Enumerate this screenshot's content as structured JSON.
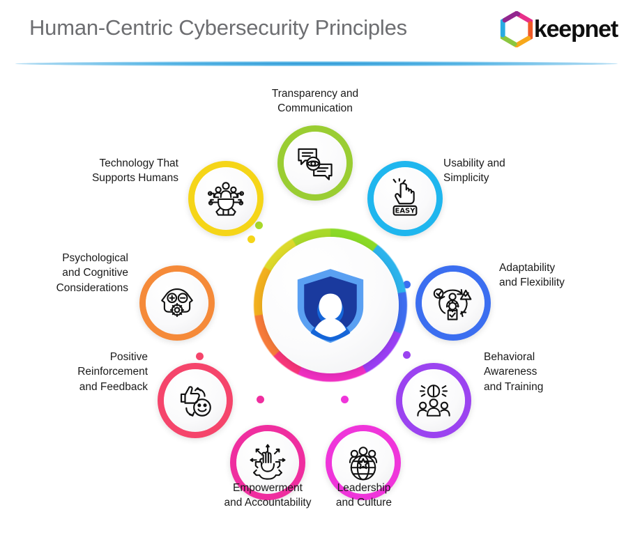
{
  "header": {
    "title": "Human-Centric Cybersecurity Principles",
    "logo_text": "keepnet",
    "logo_icon": "hexagon-spiral-logo-icon",
    "divider_color": "#3f9fd8"
  },
  "center": {
    "icon": "shield-person-icon",
    "shield_outer_color": "#5aa0f2",
    "shield_mid_color": "#1a3a9e",
    "shield_inner_color": "#1565d8",
    "ring_colors": [
      "#8ad926",
      "#2cb3ec",
      "#3e6df0",
      "#9b3ff5",
      "#f02fc2",
      "#f8367a",
      "#f77b3a",
      "#f2b01e",
      "#ddd92a"
    ]
  },
  "nodes": [
    {
      "id": "transparency",
      "label": "Transparency and\nCommunication",
      "icon": "chat-bubbles-eye-icon",
      "color": "#9acd32",
      "label_position": "top-center"
    },
    {
      "id": "usability",
      "label": "Usability and\nSimplicity",
      "icon": "hand-click-easy-button-icon",
      "color": "#1fb6ee",
      "label_position": "right"
    },
    {
      "id": "adaptability",
      "label": "Adaptability\nand Flexibility",
      "icon": "cycle-person-gear-icon",
      "color": "#3b6ef0",
      "label_position": "right"
    },
    {
      "id": "behavioral",
      "label": "Behavioral\nAwareness\nand Training",
      "icon": "brain-people-icon",
      "color": "#9b43f0",
      "label_position": "right"
    },
    {
      "id": "leadership",
      "label": "Leadership\nand Culture",
      "icon": "globe-people-star-icon",
      "color": "#ef35da",
      "label_position": "bottom-center"
    },
    {
      "id": "empowerment",
      "label": "Empowerment\nand Accountability",
      "icon": "fist-gear-arrows-icon",
      "color": "#ef2e9f",
      "label_position": "bottom-center"
    },
    {
      "id": "positive",
      "label": "Positive\nReinforcement\nand Feedback",
      "icon": "thumbs-up-smiley-cycle-icon",
      "color": "#f5456b",
      "label_position": "left"
    },
    {
      "id": "psychological",
      "label": "Psychological\nand Cognitive\nConsiderations",
      "icon": "two-heads-gear-plus-minus-icon",
      "color": "#f58a39",
      "label_position": "left"
    },
    {
      "id": "technology",
      "label": "Technology That\nSupports Humans",
      "icon": "gear-people-circuit-icon",
      "color": "#f5d518",
      "label_position": "left"
    }
  ]
}
